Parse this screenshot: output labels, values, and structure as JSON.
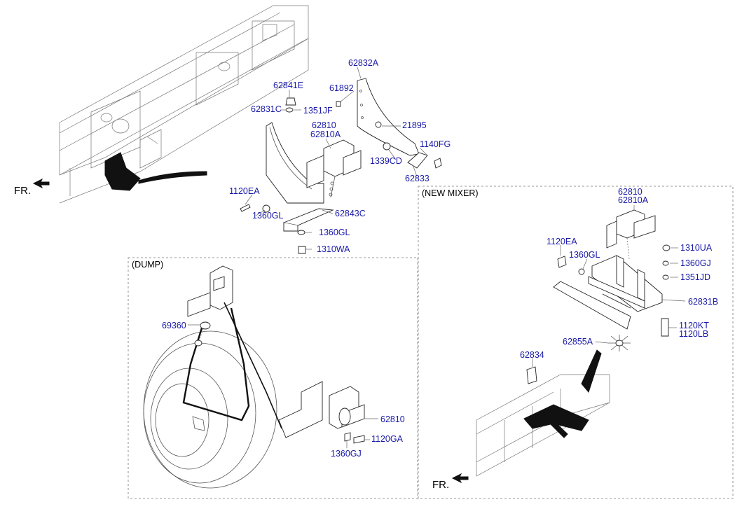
{
  "labels": {
    "62832A": "62832A",
    "61892": "61892",
    "62841E": "62841E",
    "62831C": "62831C",
    "1351JF": "1351JF",
    "62810_top": "62810",
    "62810A_top": "62810A",
    "21895": "21895",
    "1140FG": "1140FG",
    "1339CD": "1339CD",
    "62833": "62833",
    "1120EA_top": "1120EA",
    "1360GL_a": "1360GL",
    "62843C": "62843C",
    "1360GL_b": "1360GL",
    "1310WA": "1310WA",
    "69360": "69360",
    "62810_dump": "62810",
    "1120GA": "1120GA",
    "1360GJ_dump": "1360GJ",
    "62810_mixer": "62810",
    "62810A_mixer": "62810A",
    "1120EA_mixer": "1120EA",
    "1360GL_mixer": "1360GL",
    "1310UA": "1310UA",
    "1360GJ_mixer": "1360GJ",
    "1351JD": "1351JD",
    "62831B": "62831B",
    "1120KT": "1120KT",
    "1120LB": "1120LB",
    "62855A": "62855A",
    "62834": "62834"
  },
  "sections": {
    "dump": "(DUMP)",
    "new_mixer": "(NEW MIXER)"
  },
  "front_marker": "FR."
}
